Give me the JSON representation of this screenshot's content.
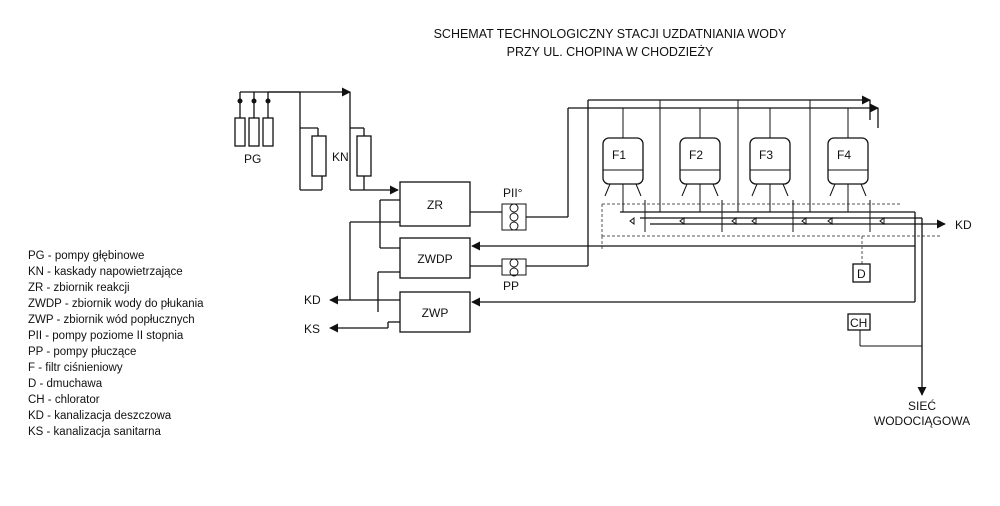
{
  "title": {
    "line1": "SCHEMAT TECHNOLOGICZNY STACJI UZDATNIANIA WODY",
    "line2": "PRZY UL. CHOPINA W CHODZIEŻY"
  },
  "labels": {
    "pg": "PG",
    "kn": "KN",
    "zr": "ZR",
    "zwdp": "ZWDP",
    "zwp": "ZWP",
    "pii": "PII°",
    "pp": "PP",
    "f1": "F1",
    "f2": "F2",
    "f3": "F3",
    "f4": "F4",
    "d": "D",
    "ch": "CH",
    "kd_right": "KD",
    "kd_left": "KD",
    "ks_left": "KS",
    "siec1": "SIEĆ",
    "siec2": "WODOCIĄGOWA"
  },
  "legend": [
    "PG - pompy głębinowe",
    "KN - kaskady napowietrzające",
    "ZR - zbiornik reakcji",
    "ZWDP - zbiornik wody do płukania",
    "ZWP - zbiornik wód popłucznych",
    "PII - pompy poziome II stopnia",
    "PP - pompy płuczące",
    "F - filtr ciśnieniowy",
    "D - dmuchawa",
    "CH - chlorator",
    "KD - kanalizacja deszczowa",
    "KS - kanalizacja sanitarna"
  ]
}
